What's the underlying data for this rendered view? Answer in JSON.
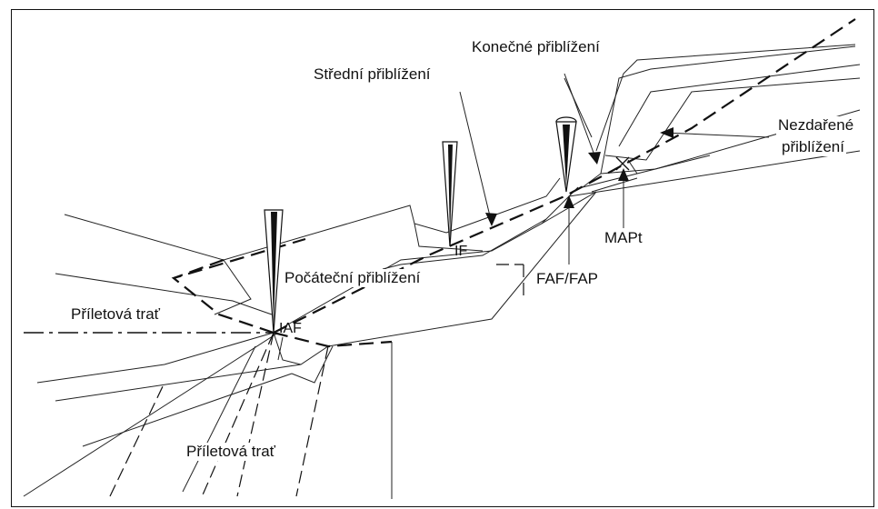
{
  "labels": {
    "final_approach": "Konečné  přiblížení",
    "intermediate_approach": "Střední  přiblížení",
    "missed_approach_line1": "Nezdařené",
    "missed_approach_line2": "přiblížení",
    "initial_approach": "Počáteční přiblížení",
    "arrival_route_left": "Příletová trať",
    "arrival_route_bottom": "Příletová trať",
    "iaf": "IAF",
    "if": "IF",
    "faf": "FAF/FAP",
    "mapt": "MAPt"
  },
  "colors": {
    "line": "#222222",
    "background": "#ffffff"
  }
}
